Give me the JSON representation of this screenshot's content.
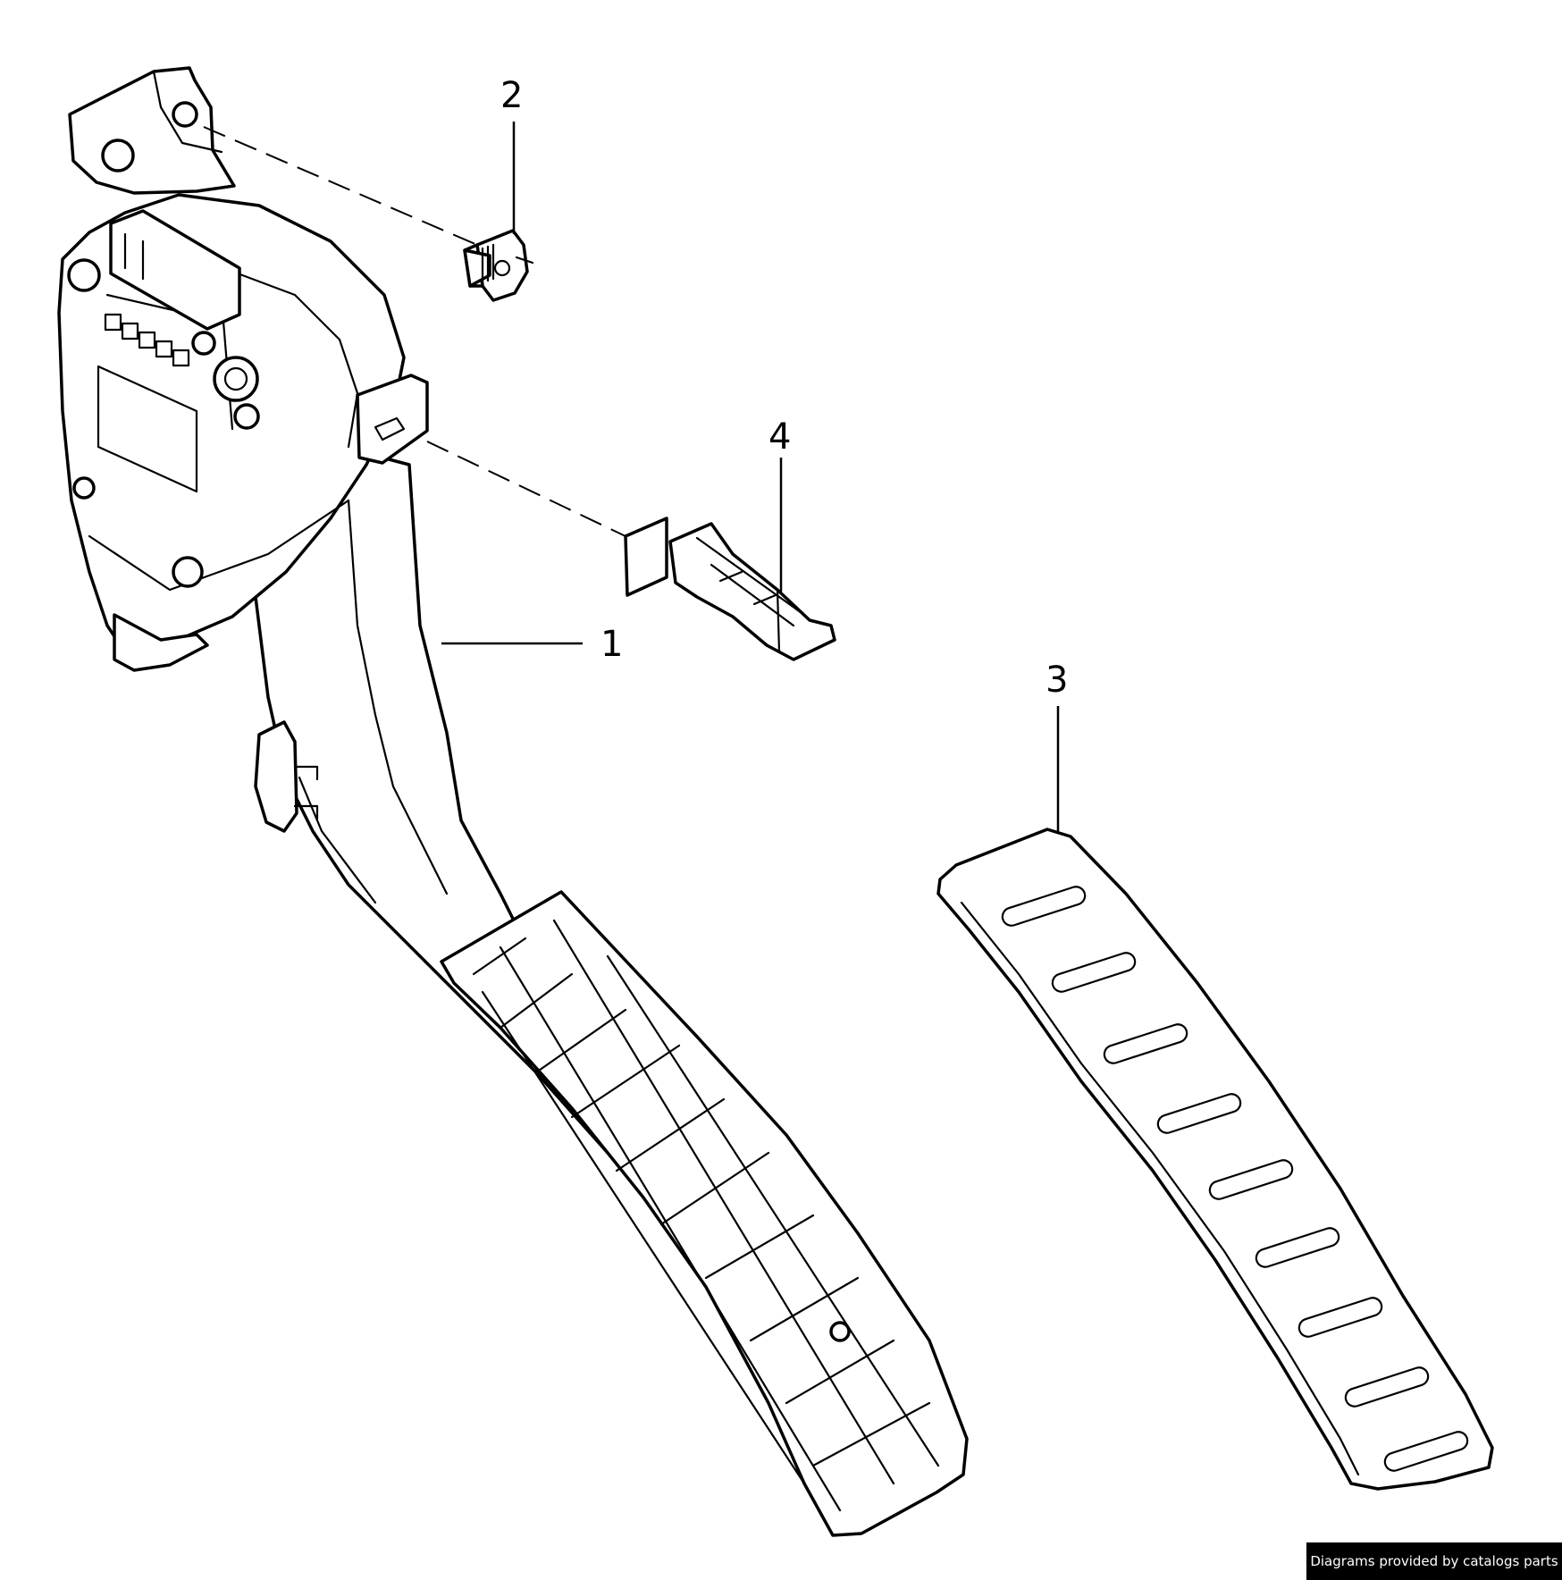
{
  "callouts": {
    "part1": "1",
    "part2": "2",
    "part3": "3",
    "part4": "4"
  },
  "credit": "Diagrams provided by catalogs parts",
  "colors": {
    "line": "#000000",
    "background": "#ffffff",
    "credit_bg": "#000000",
    "credit_text": "#ffffff"
  }
}
